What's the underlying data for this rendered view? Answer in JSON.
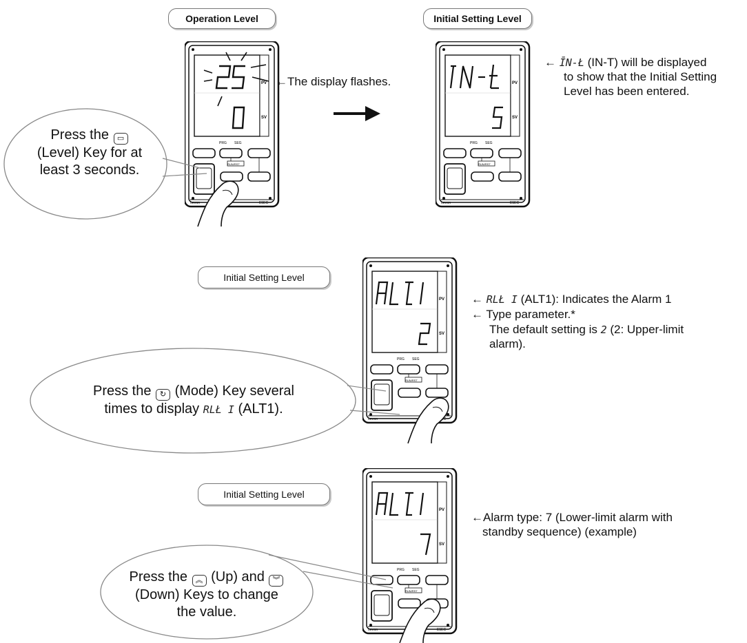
{
  "section1": {
    "operation_level_label": "Operation Level",
    "initial_setting_level_label": "Initial Setting Level",
    "display_flashes": "←The display flashes.",
    "balloon": [
      "Press the",
      "(Level) Key for at",
      "least 3 seconds."
    ],
    "in_t_line1_glyph": "ĪN-Ł",
    "in_t_line1_rest": " (IN-T) will be displayed",
    "in_t_line2": "to show that the Initial Setting",
    "in_t_line3": "Level has been entered.",
    "device_left": {
      "pv": "25",
      "sv": "0"
    },
    "device_right": {
      "pv": "IN-T",
      "sv": "5"
    }
  },
  "section2": {
    "label": "Initial Setting Level",
    "alt1_glyph": "RLŁ I",
    "alt1_rest": " (ALT1): Indicates the Alarm 1",
    "type_param": "Type parameter.*",
    "default_line1_pre": "The default setting is ",
    "default_glyph": "2",
    "default_line1_post": " (2: Upper-limit",
    "default_line2": "alarm).",
    "balloon_pre": "Press the",
    "balloon_post": "(Mode) Key several",
    "balloon_line2_pre": "times to display ",
    "balloon_line2_glyph": "RLŁ I",
    "balloon_line2_post": " (ALT1).",
    "device": {
      "pv": "ALT1",
      "sv": "2"
    }
  },
  "section3": {
    "label": "Initial Setting Level",
    "alarm_type_line1": "Alarm type: 7 (Lower-limit alarm with",
    "alarm_type_line2": "standby sequence) (example)",
    "balloon_line1_pre": "Press the",
    "balloon_line1_mid": "(Up) and",
    "balloon_line2": "(Down) Keys to change",
    "balloon_line3": "the value.",
    "device": {
      "pv": "ALT1",
      "sv": "7"
    }
  },
  "device_text": {
    "pv": "PV",
    "sv": "SV",
    "prg": "PRG",
    "sec": "SEG",
    "brand": "omron",
    "model": "E5EC",
    "run_rst": "RUN/RST"
  }
}
